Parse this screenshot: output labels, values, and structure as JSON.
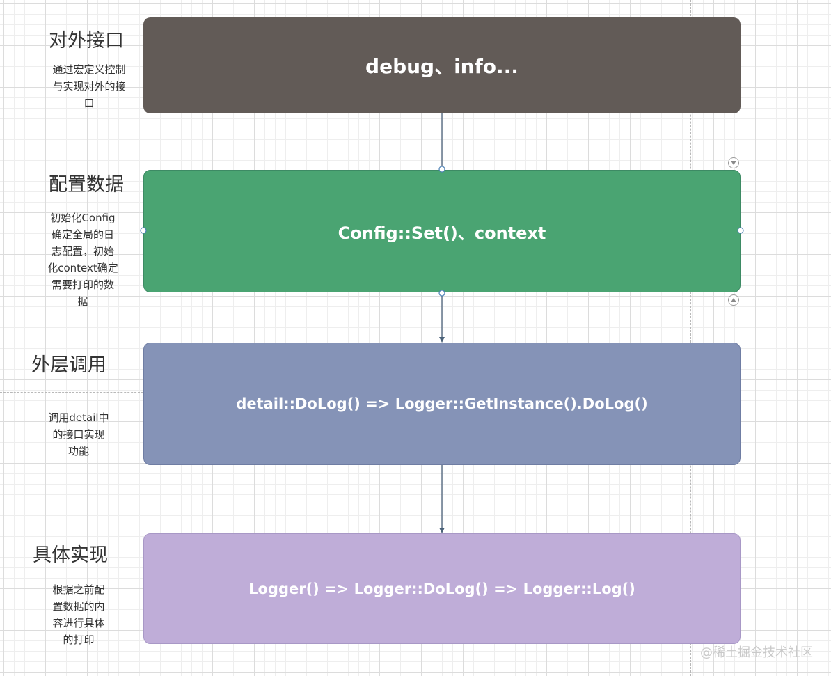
{
  "stages": [
    {
      "title": "对外接口",
      "description": "通过宏定义控制\n与实现对外的接\n口",
      "box_text": "debug、info...",
      "box_color": "#625b57"
    },
    {
      "title": "配置数据",
      "description": "初始化Config\n确定全局的日\n志配置，初始\n化context确定\n需要打印的数\n据",
      "box_text": "Config::Set()、context",
      "box_color": "#4aa472"
    },
    {
      "title": "外层调用",
      "description": "调用detail中\n的接口实现\n功能",
      "box_text": "detail::DoLog() => Logger::GetInstance().DoLog()",
      "box_color": "#8593b7"
    },
    {
      "title": "具体实现",
      "description": "根据之前配\n置数据的内\n容进行具体\n的打印",
      "box_text": "Logger() => Logger::DoLog() => Logger::Log()",
      "box_color": "#bfadd8"
    }
  ],
  "colors": {
    "connector": "#4a6178",
    "handle_fill": "#ffffff",
    "handle_stroke": "#4a7fb5"
  },
  "icons": {
    "collapse_up": "chevron-down-circle-icon",
    "collapse_down": "chevron-up-circle-icon"
  },
  "watermark": "@稀土掘金技术社区"
}
